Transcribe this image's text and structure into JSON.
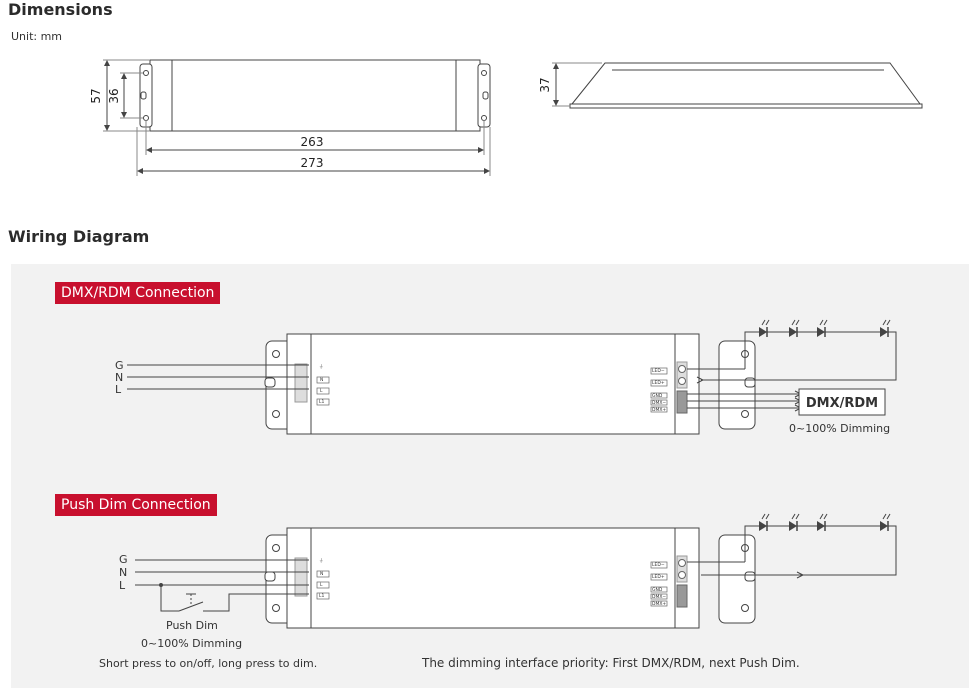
{
  "dimensions": {
    "heading": "Dimensions",
    "unit": "Unit: mm",
    "labels": {
      "h57": "57",
      "h36": "36",
      "w263": "263",
      "w273": "273",
      "h37": "37"
    }
  },
  "wiring": {
    "heading": "Wiring Diagram",
    "dmx_section": {
      "title": "DMX/RDM Connection",
      "inputs": [
        "G",
        "N",
        "L"
      ],
      "controller": "DMX/RDM",
      "controller_note": "0~100% Dimming"
    },
    "push_section": {
      "title": "Push Dim Connection",
      "inputs": [
        "G",
        "N",
        "L"
      ],
      "switch_label": "Push Dim",
      "switch_note": "0~100% Dimming",
      "instruction": "Short press to on/off, long press to dim."
    },
    "driver_terminals": {
      "input": [
        "⏚",
        "N",
        "L",
        "L1"
      ],
      "output": [
        "LED−",
        "LED+",
        "GND",
        "DMX−",
        "DMX+"
      ]
    },
    "priority_note": "The dimming interface priority: First DMX/RDM, next Push Dim."
  }
}
